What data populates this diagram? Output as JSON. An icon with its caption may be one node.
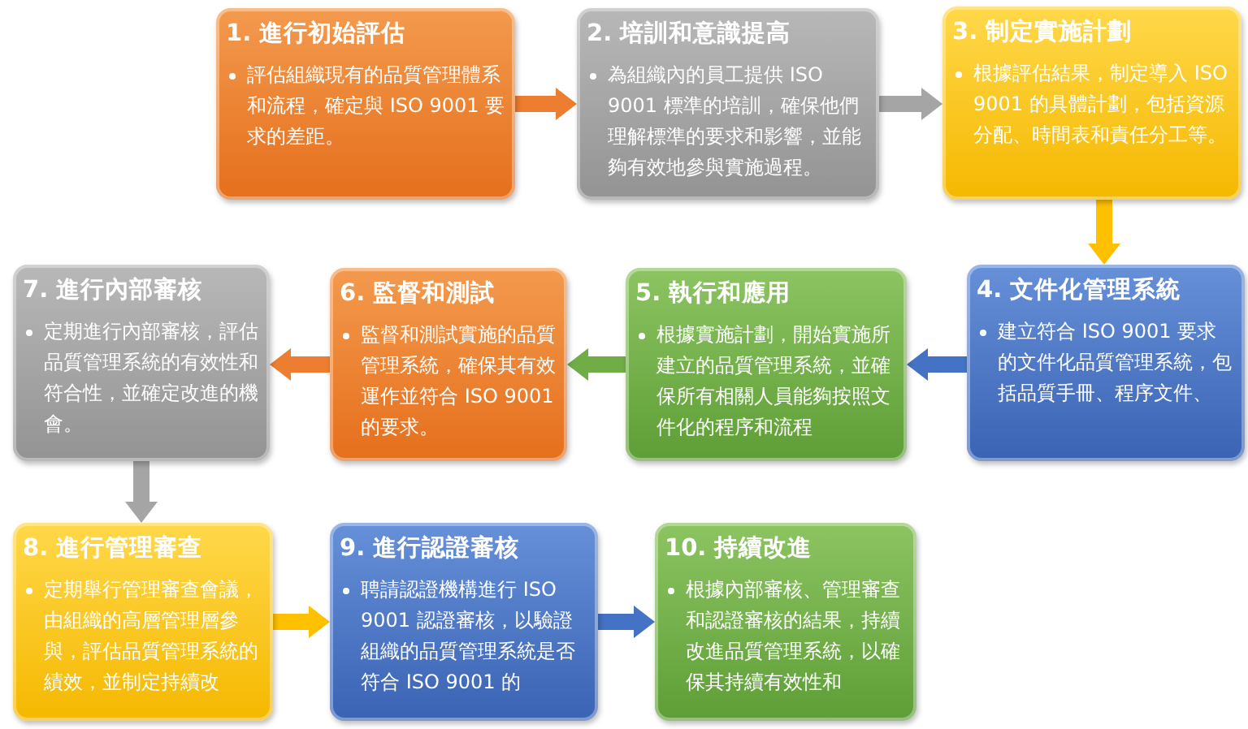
{
  "diagram": {
    "nodes": [
      {
        "text": [
          "1. 進行初始評估",
          "評估組織現有的品質管理體系和流程，確定與 ISO 9001 要求的差距。"
        ]
      },
      {
        "text": [
          "2. 培訓和意識提高",
          "為組織內的員工提供 ISO 9001 標準的培訓，確保他們理解標準的要求和影響，並能夠有效地參與實施過程。"
        ]
      },
      {
        "text": [
          "3. 制定實施計劃",
          "根據評估結果，制定導入 ISO 9001 的具體計劃，包括資源分配、時間表和責任分工等。"
        ]
      },
      {
        "text": [
          "4. 文件化管理系統",
          "建立符合 ISO 9001 要求的文件化品質管理系統，包括品質手冊、程序文件、"
        ]
      },
      {
        "text": [
          "5. 執行和應用",
          "根據實施計劃，開始實施所建立的品質管理系統，並確保所有相關人員能夠按照文件化的程序和流程"
        ]
      },
      {
        "text": [
          "6. 監督和測試",
          "監督和測試實施的品質管理系統，確保其有效運作並符合 ISO 9001 的要求。"
        ]
      },
      {
        "text": [
          "7. 進行內部審核",
          "定期進行內部審核，評估品質管理系統的有效性和符合性，並確定改進的機會。"
        ]
      },
      {
        "text": [
          "8. 進行管理審查",
          "定期舉行管理審查會議，由組織的高層管理層參與，評估品質管理系統的績效，並制定持續改"
        ]
      },
      {
        "text": [
          "9. 進行認證審核",
          "聘請認證機構進行 ISO 9001 認證審核，以驗證組織的品質管理系統是否符合 ISO 9001 的"
        ]
      },
      {
        "text": [
          "10. 持續改進",
          "根據內部審核、管理審查和認證審核的結果，持續改進品質管理系統，以確保其持續有效性和"
        ]
      }
    ],
    "edges": [
      {
        "from": 0,
        "to": 1,
        "arrow": "to",
        "color": "#ed7d31"
      },
      {
        "from": 1,
        "to": 2,
        "arrow": "to",
        "color": "#a5a5a5"
      },
      {
        "from": 2,
        "to": 3,
        "arrow": "to",
        "color": "#ffc000"
      },
      {
        "from": 3,
        "to": 4,
        "arrow": "to",
        "color": "#4472c4"
      },
      {
        "from": 4,
        "to": 5,
        "arrow": "to",
        "color": "#70ad47"
      },
      {
        "from": 5,
        "to": 6,
        "arrow": "to",
        "color": "#ed7d31"
      },
      {
        "from": 6,
        "to": 7,
        "arrow": "to",
        "color": "#a5a5a5"
      },
      {
        "from": 7,
        "to": 8,
        "arrow": "to",
        "color": "#ffc000"
      },
      {
        "from": 8,
        "to": 9,
        "arrow": "to",
        "color": "#4472c4"
      }
    ]
  }
}
